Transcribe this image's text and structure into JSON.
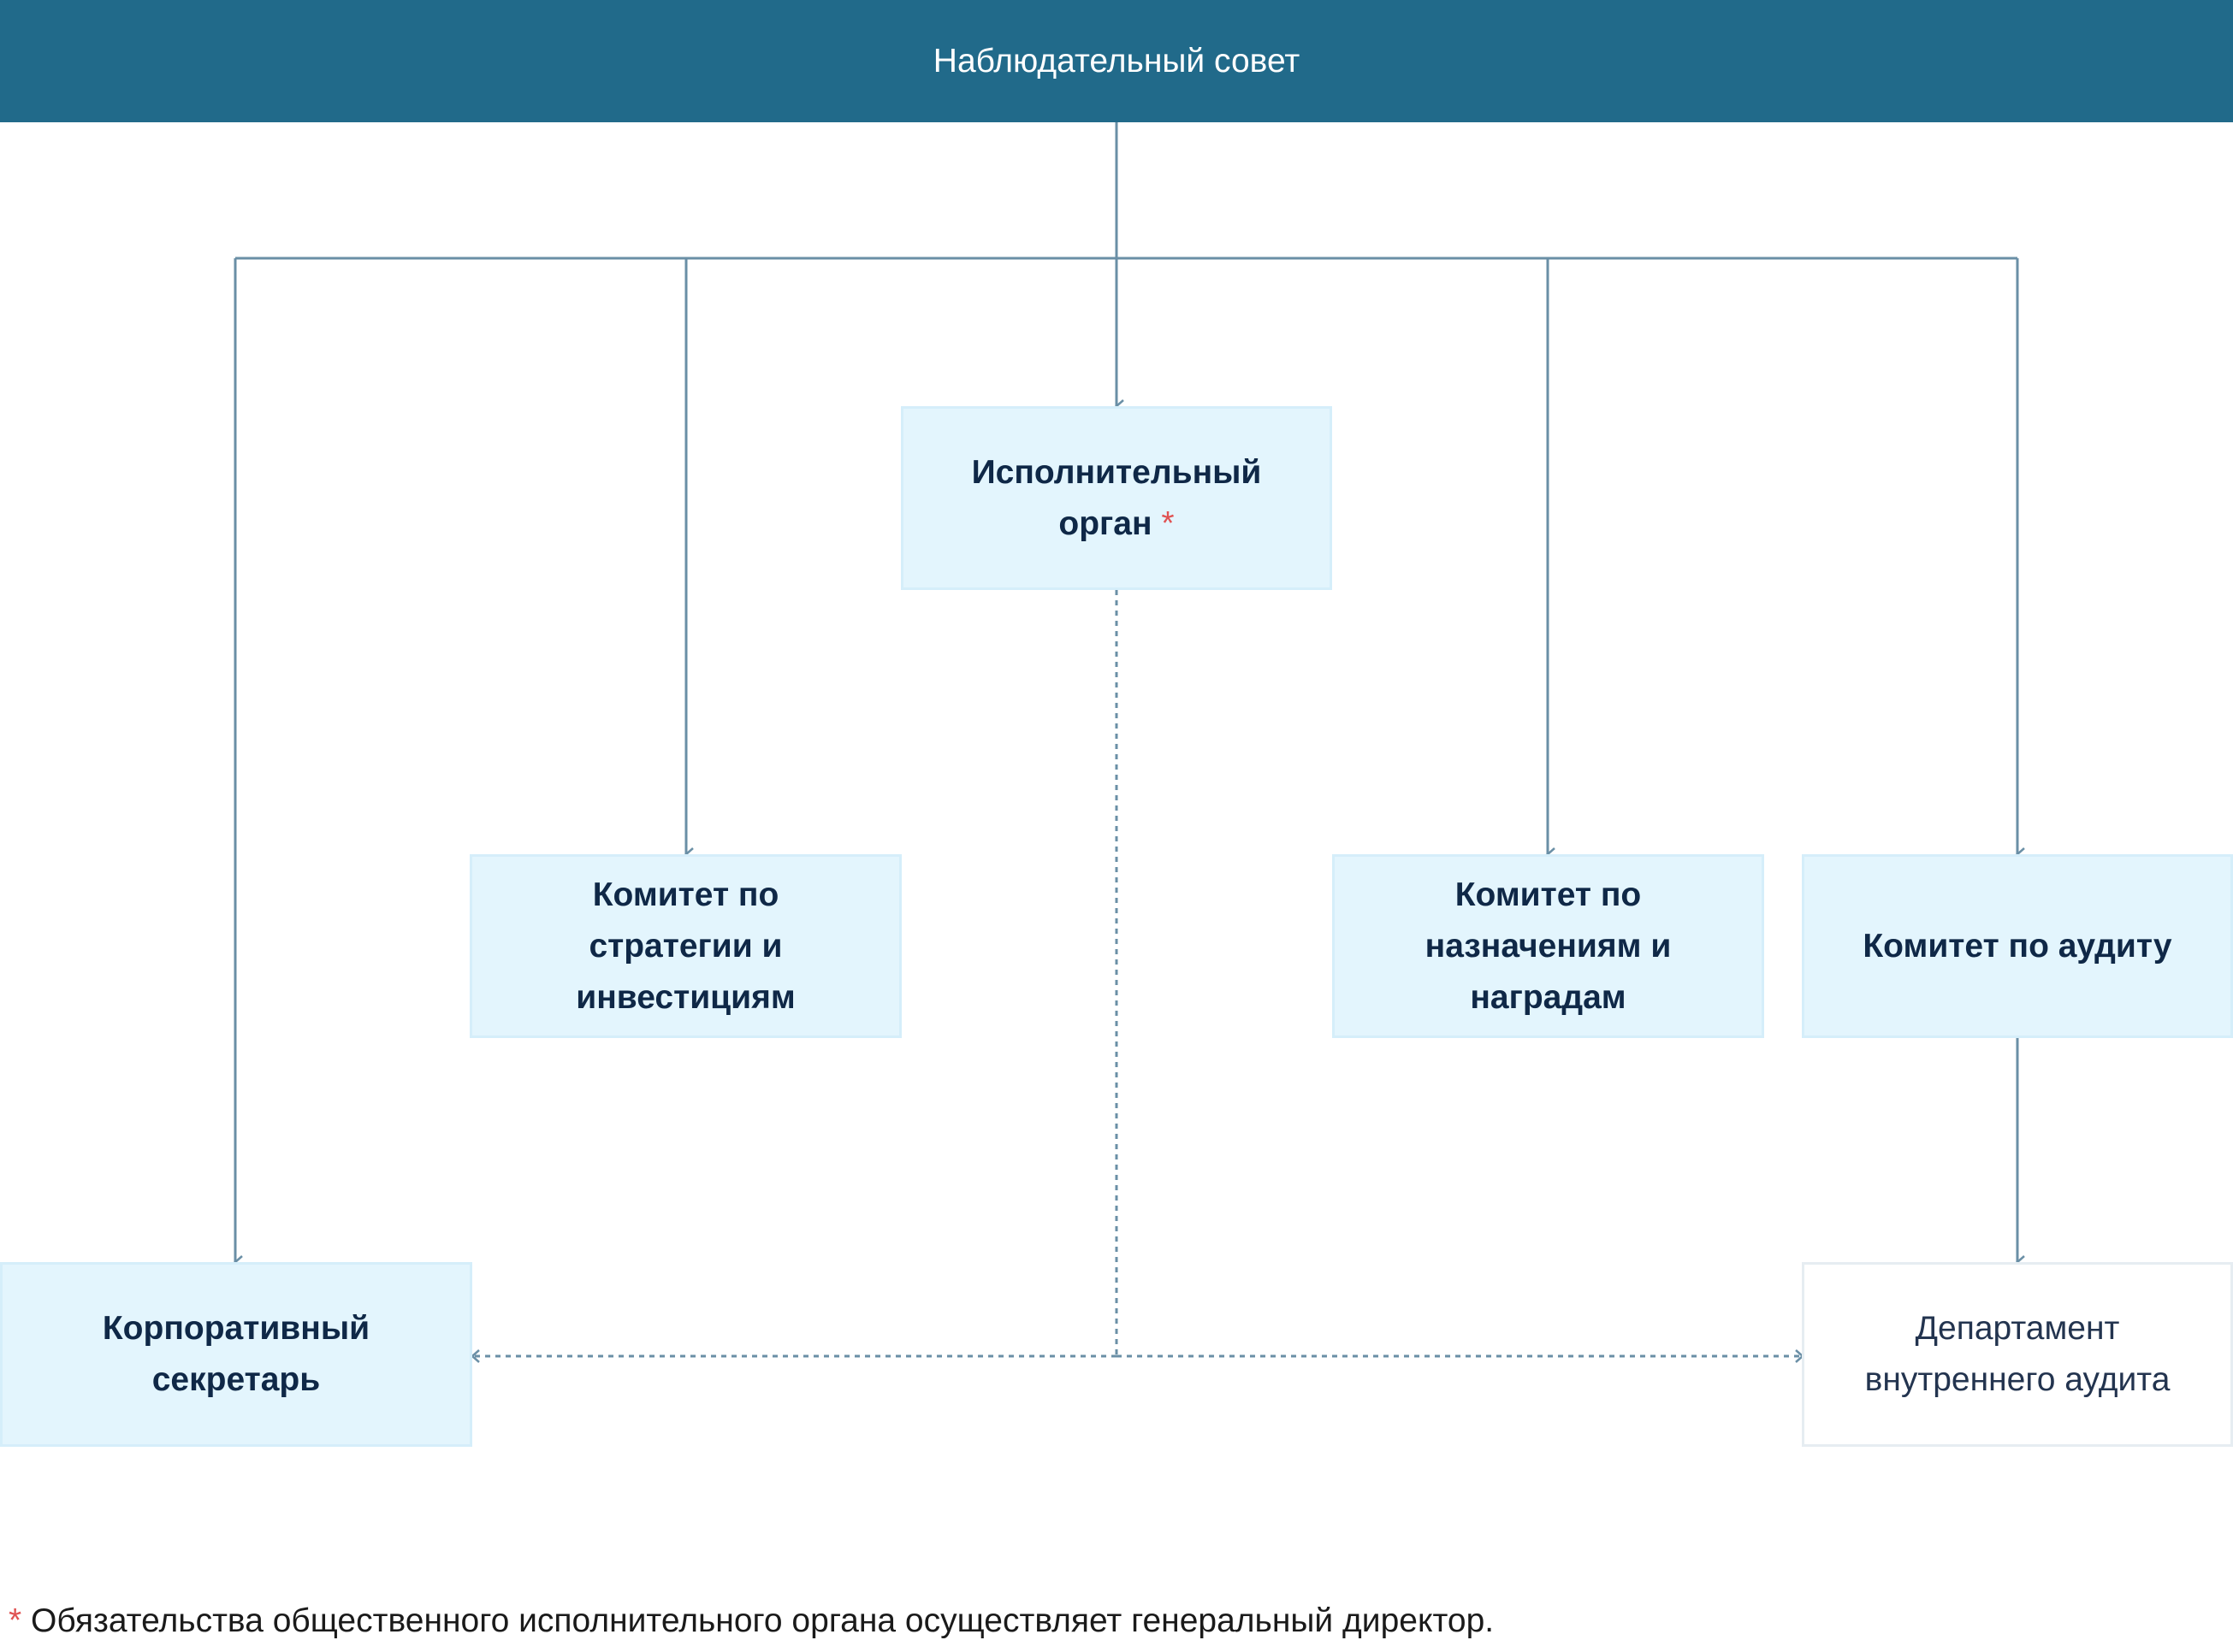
{
  "header": {
    "title": "Наблюдательный совет"
  },
  "nodes": {
    "executive": {
      "line1": "Исполнительный",
      "line2": "орган",
      "asterisk": "*"
    },
    "strategy": {
      "line1": "Комитет по",
      "line2": "стратегии и",
      "line3": "инвестициям"
    },
    "nominations": {
      "line1": "Комитет по",
      "line2": "назначениям и",
      "line3": "наградам"
    },
    "audit": {
      "line1": "Комитет по аудиту"
    },
    "secretary": {
      "line1": "Корпоративный",
      "line2": "секретарь"
    },
    "internal_audit": {
      "line1": "Департамент",
      "line2": "внутреннего аудита"
    }
  },
  "footnote": {
    "asterisk": "*",
    "text": "Обязательства общественного исполнительного органа осуществляет генеральный директор."
  },
  "colors": {
    "header_bg": "#216a8a",
    "box_bg": "#e3f5fd",
    "line": "#6a8fa6",
    "asterisk": "#e05252"
  }
}
